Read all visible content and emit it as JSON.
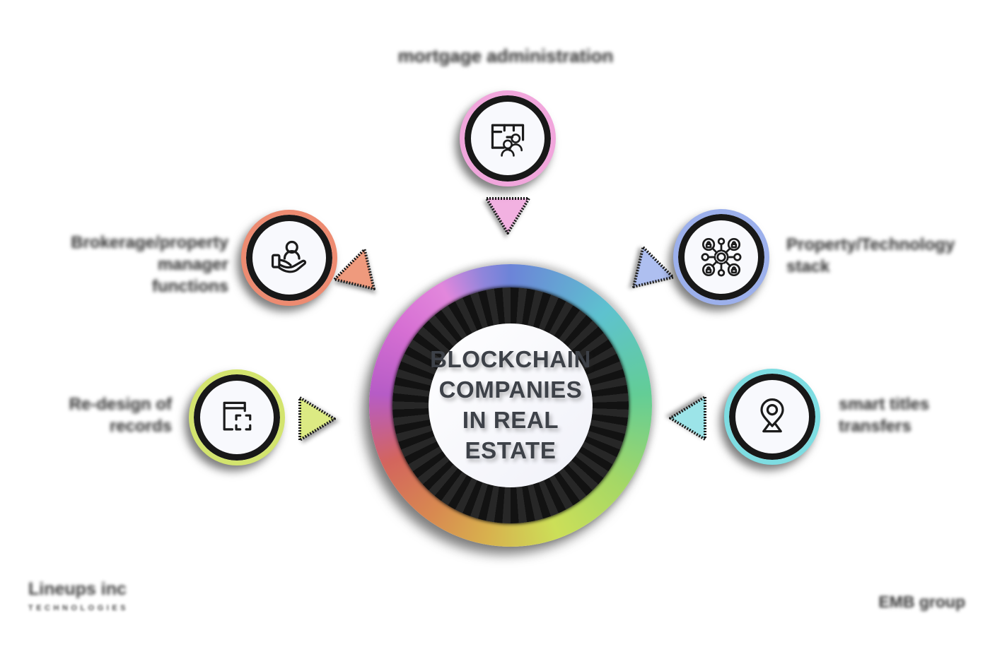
{
  "title": {
    "lines": [
      "BLOCKCHAIN",
      "COMPANIES",
      "IN REAL",
      "ESTATE"
    ]
  },
  "nodes": [
    {
      "position": "top",
      "label_lines": [
        "mortgage administration"
      ],
      "icon": "floor-plan-people-icon",
      "ring_color": "#f1a6dc",
      "arrow_color": "#f2b1e1"
    },
    {
      "position": "upper-left",
      "label_lines": [
        "Brokerage/property manager",
        "functions"
      ],
      "icon": "hand-person-icon",
      "ring_color": "#ed8b71",
      "arrow_color": "#ef9a7d"
    },
    {
      "position": "lower-left",
      "label_lines": [
        "Re-design of",
        "records"
      ],
      "icon": "window-scan-icon",
      "ring_color": "#d3e46e",
      "arrow_color": "#dcea83"
    },
    {
      "position": "upper-right",
      "label_lines": [
        "Property/Technology",
        "stack"
      ],
      "icon": "secure-network-icon",
      "ring_color": "#9cb0ec",
      "arrow_color": "#aebff0"
    },
    {
      "position": "lower-right",
      "label_lines": [
        "smart titles",
        "transfers"
      ],
      "icon": "map-pin-icon",
      "ring_color": "#7edde2",
      "arrow_color": "#9ce4e8"
    }
  ],
  "footer": {
    "logo_line1": "Lineups inc",
    "logo_tagline": "TECHNOLOGIES",
    "right_brand": "EMB group"
  },
  "palette": {
    "background": "#ffffff",
    "title_color": "#3d4148",
    "label_color": "#2e2e2e",
    "dark_ring": "#171717"
  }
}
